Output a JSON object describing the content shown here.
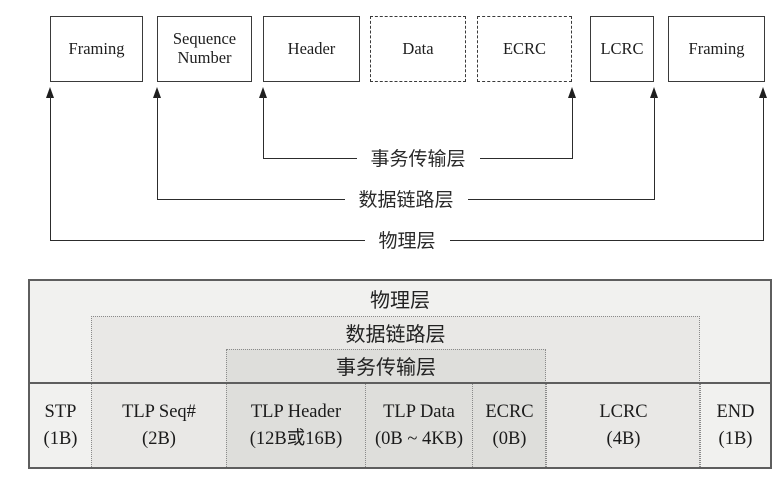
{
  "top_diagram": {
    "boxes": [
      {
        "label": "Framing",
        "style": "solid"
      },
      {
        "label": "Sequence Number",
        "style": "solid"
      },
      {
        "label": "Header",
        "style": "solid"
      },
      {
        "label": "Data",
        "style": "dashed"
      },
      {
        "label": "ECRC",
        "style": "dashed"
      },
      {
        "label": "LCRC",
        "style": "solid"
      },
      {
        "label": "Framing",
        "style": "solid"
      }
    ],
    "layer_brackets": [
      {
        "label": "事务传输层"
      },
      {
        "label": "数据链路层"
      },
      {
        "label": "物理层"
      }
    ]
  },
  "table": {
    "layer_headers": [
      {
        "label": "物理层"
      },
      {
        "label": "数据链路层"
      },
      {
        "label": "事务传输层"
      }
    ],
    "cells": [
      {
        "name": "STP",
        "size": "(1B)"
      },
      {
        "name": "TLP Seq#",
        "size": "(2B)"
      },
      {
        "name": "TLP Header",
        "size": "(12B或16B)"
      },
      {
        "name": "TLP Data",
        "size": "(0B ~ 4KB)"
      },
      {
        "name": "ECRC",
        "size": "(0B)"
      },
      {
        "name": "LCRC",
        "size": "(4B)"
      },
      {
        "name": "END",
        "size": "(1B)"
      }
    ]
  },
  "colors": {
    "physical_layer_bg": "#f1f1ef",
    "data_link_layer_bg": "#e9e8e6",
    "transaction_layer_bg": "#dededb",
    "line": "#2c2c2c"
  }
}
